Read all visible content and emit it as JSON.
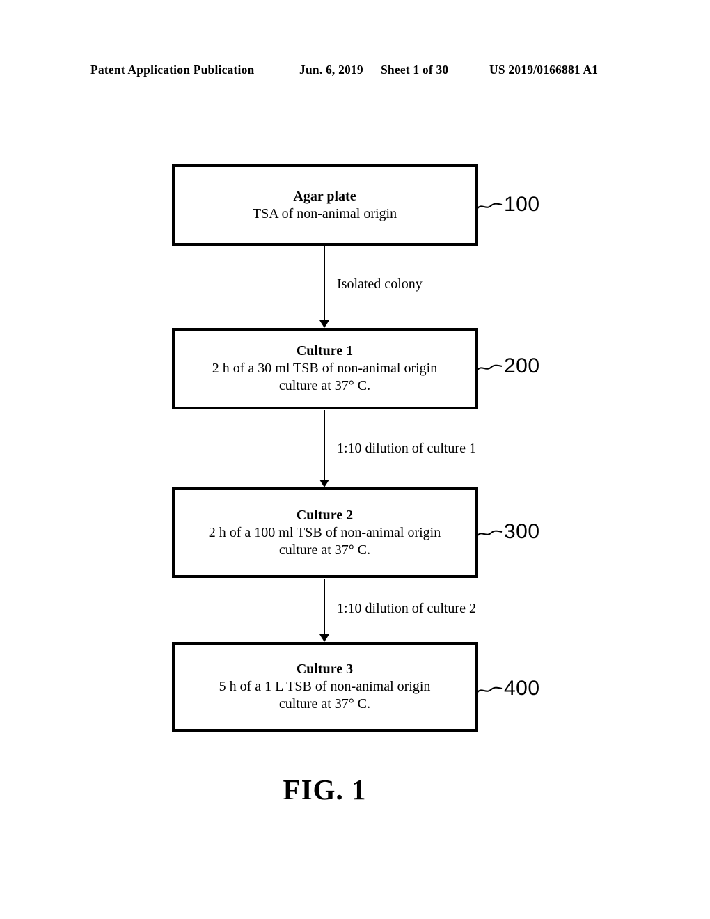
{
  "header": {
    "left": "Patent Application Publication",
    "date": "Jun. 6, 2019",
    "sheet": "Sheet 1 of 30",
    "patent_number": "US 2019/0166881 A1"
  },
  "figure": {
    "caption": "FIG. 1",
    "boxes": [
      {
        "ref": "100",
        "title": "Agar plate",
        "lines": [
          "TSA of non-animal origin"
        ]
      },
      {
        "ref": "200",
        "title": "Culture 1",
        "lines": [
          "2 h of a 30 ml TSB of non-animal origin",
          "culture at 37° C."
        ]
      },
      {
        "ref": "300",
        "title": "Culture 2",
        "lines": [
          "2 h of a 100 ml TSB of non-animal origin",
          "culture at 37° C."
        ]
      },
      {
        "ref": "400",
        "title": "Culture 3",
        "lines": [
          "5 h of a 1 L TSB of non-animal origin",
          "culture at 37° C."
        ]
      }
    ],
    "arrows": [
      {
        "label": "Isolated colony"
      },
      {
        "label": "1:10 dilution of culture 1"
      },
      {
        "label": "1:10 dilution of culture 2"
      }
    ]
  },
  "colors": {
    "ink": "#000000",
    "paper": "#ffffff"
  }
}
